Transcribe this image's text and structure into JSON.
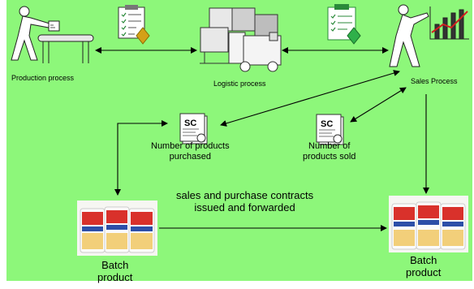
{
  "labels": {
    "production": "Production process",
    "logistic": "Logistic process",
    "sales": "Sales Process",
    "purchased_line1": "Number of products",
    "purchased_line2": "purchased",
    "sold_line1": "Number of",
    "sold_line2": "products sold",
    "contracts_line1": "sales and purchase contracts",
    "contracts_line2": "issued and forwarded",
    "batch_line1": "Batch",
    "batch_line2": "product"
  },
  "icons": {
    "production": "production-worker-icon",
    "logistic": "forklift-icon",
    "sales": "sales-worker-chart-icon",
    "checklist": "checklist-icon",
    "contract": "sc-document-icon"
  },
  "colors": {
    "background": "#8df77a"
  }
}
